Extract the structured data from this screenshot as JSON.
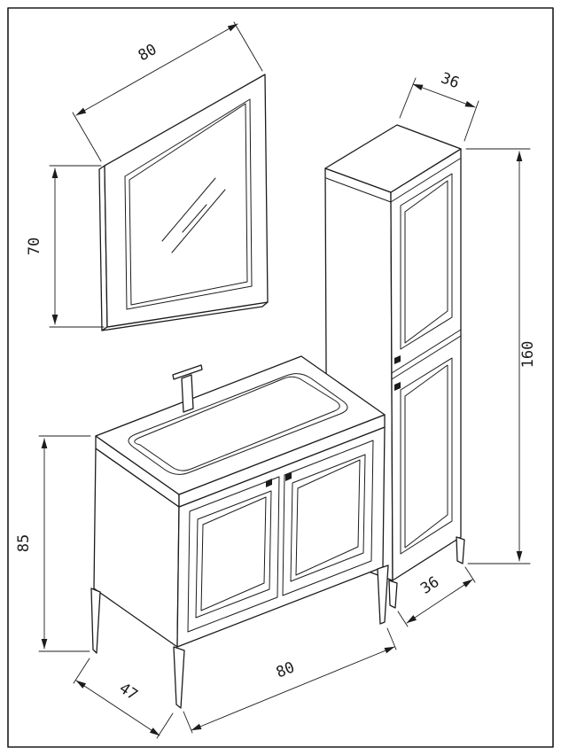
{
  "style": {
    "background": "#ffffff",
    "line_color": "#1c1c1c"
  },
  "dimensions": {
    "mirror_width": "80",
    "mirror_height": "70",
    "column_top_depth": "36",
    "column_height": "160",
    "vanity_height": "85",
    "vanity_depth": "47",
    "vanity_width": "80",
    "column_bottom_depth": "36"
  }
}
